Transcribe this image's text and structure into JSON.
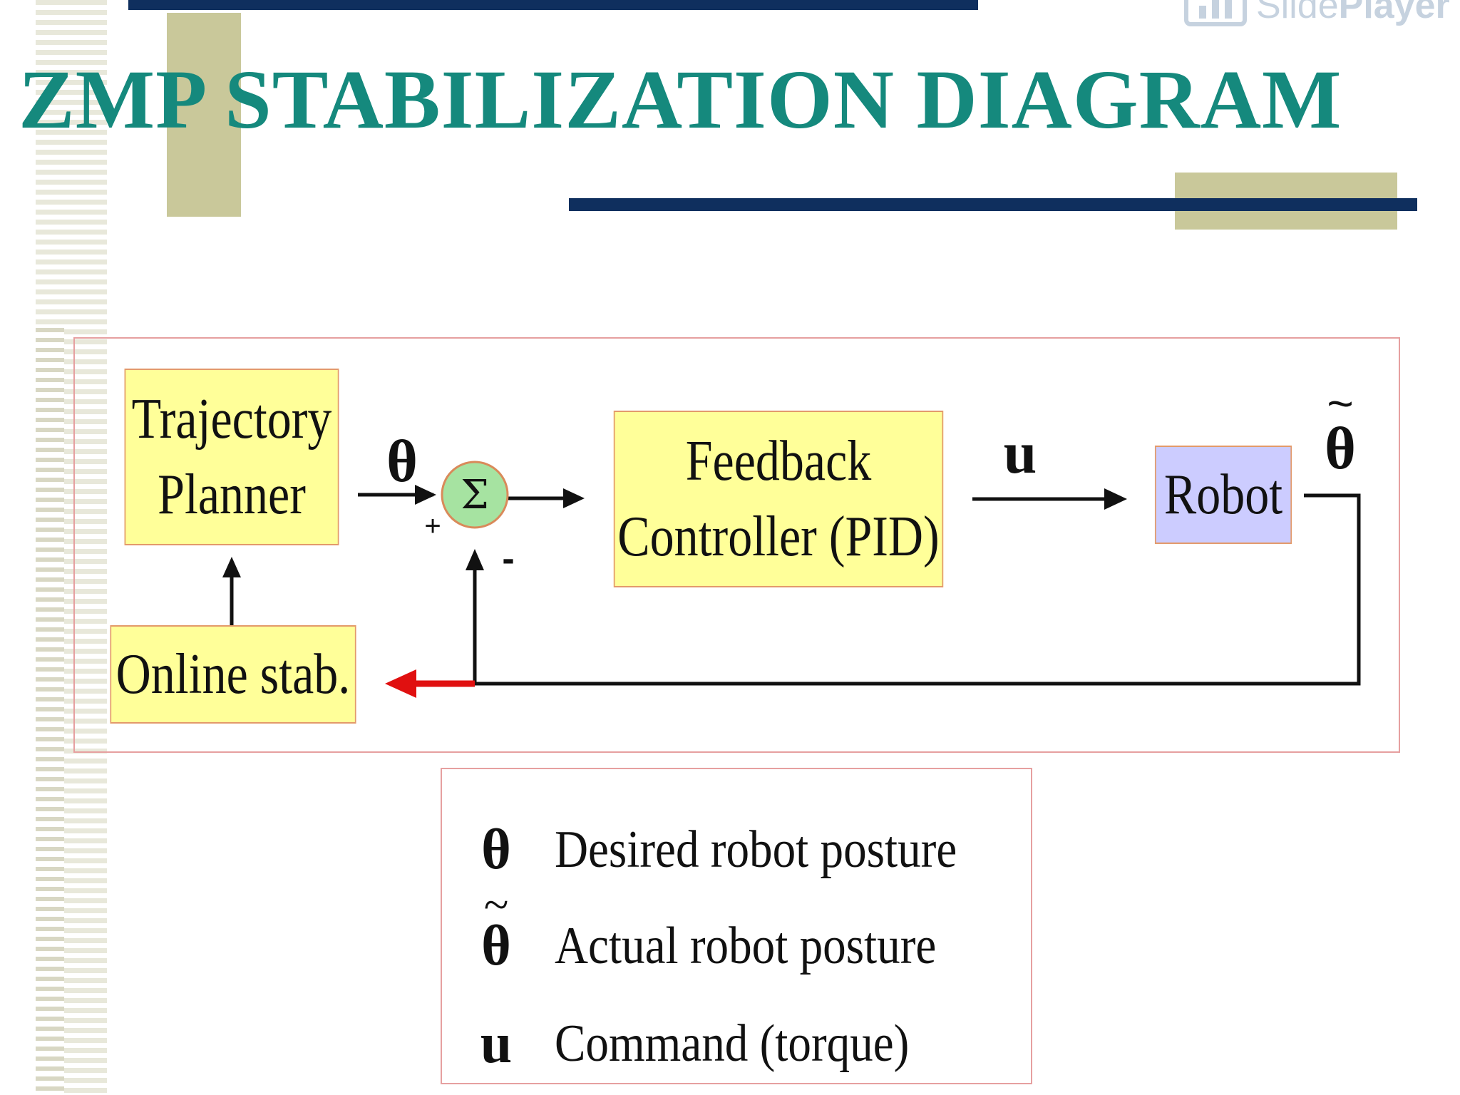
{
  "slide": {
    "title": "ZMP STABILIZATION DIAGRAM",
    "watermark": {
      "word_light": "Slide",
      "word_bold": "Player"
    }
  },
  "diagram": {
    "blocks": {
      "planner": "Trajectory\nPlanner",
      "feedback": "Feedback\nController (PID)",
      "robot": "Robot",
      "online": "Online stab."
    },
    "symbols": {
      "theta": "θ",
      "u": "u",
      "theta_tilde": "θ",
      "tilde_mark": "~",
      "sum": "Σ",
      "plus": "+",
      "minus": "-"
    },
    "colors": {
      "block_fill": "#ffff99",
      "robot_fill": "#ccccff",
      "block_border": "#e39a6a",
      "frame_border": "#e6a0a0",
      "sum_fill": "#a6e3a1",
      "sum_border": "#d98a5a",
      "feedback_arrow": "#e01010",
      "title": "#15897d",
      "bar": "#0f2f5e",
      "olive": "#c9c89a"
    }
  },
  "legend": {
    "rows": [
      {
        "symbol": "θ",
        "tilde": "",
        "desc": "Desired robot posture"
      },
      {
        "symbol": "θ",
        "tilde": "~",
        "desc": "Actual robot posture"
      },
      {
        "symbol": "u",
        "tilde": "",
        "desc": "Command (torque)"
      }
    ]
  }
}
